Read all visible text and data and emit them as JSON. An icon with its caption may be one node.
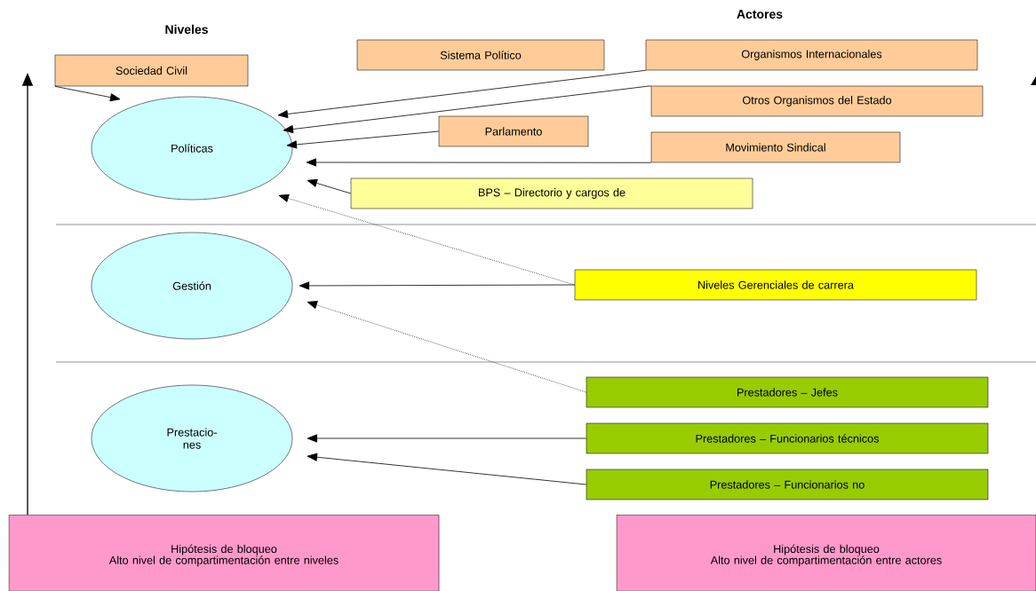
{
  "diagram": {
    "nodes": [
      {
        "text": [
          "Sociedad Civil"
        ]
      },
      {
        "text": [
          "Sistema Político"
        ]
      },
      {
        "text": [
          "Organismos Internacionales"
        ]
      },
      {
        "text": [
          "Otros Organismos del Estado"
        ]
      },
      {
        "text": [
          "Parlamento"
        ]
      },
      {
        "text": [
          "Movimiento Sindical"
        ]
      },
      {
        "text": [
          "BPS – Directorio y cargos de"
        ]
      },
      {
        "text": [
          "Políticas"
        ]
      },
      {
        "text": [
          "Gestión"
        ]
      },
      {
        "text": [
          "Niveles Gerenciales de carrera"
        ]
      },
      {
        "text": [
          "Prestadores – Jefes"
        ]
      },
      {
        "text": [
          "Prestacio- nes"
        ]
      },
      {
        "text": [
          "Prestadores – Funcionarios técnicos"
        ]
      },
      {
        "text": [
          "Prestadores – Funcionarios no"
        ]
      },
      {
        "text": [
          "Hipótesis de bloqueo",
          "Alto nivel de compartimentación entre niveles"
        ]
      },
      {
        "text": [
          "Hipótesis de bloqueo",
          "Alto nivel de compartimentación entre actores"
        ]
      }
    ],
    "edges": [
      {
        "from": 0,
        "to": 7,
        "arrow": "to"
      },
      {
        "from": 2,
        "to": 7,
        "arrow": "to"
      },
      {
        "from": 3,
        "to": 7,
        "arrow": "to"
      },
      {
        "from": 4,
        "to": 7,
        "arrow": "to"
      },
      {
        "from": 5,
        "to": 7,
        "arrow": "to"
      },
      {
        "from": 6,
        "to": 7,
        "arrow": "to"
      },
      {
        "from": 9,
        "to": 7,
        "arrow": "to",
        "style": "dashed"
      },
      {
        "from": 9,
        "to": 8,
        "arrow": "to"
      },
      {
        "from": 10,
        "to": 8,
        "arrow": "to",
        "style": "dashed"
      },
      {
        "from": 12,
        "to": 11,
        "arrow": "to"
      },
      {
        "from": 13,
        "to": 11,
        "arrow": "to"
      }
    ],
    "labels": [
      "Niveles",
      "Actores"
    ]
  }
}
